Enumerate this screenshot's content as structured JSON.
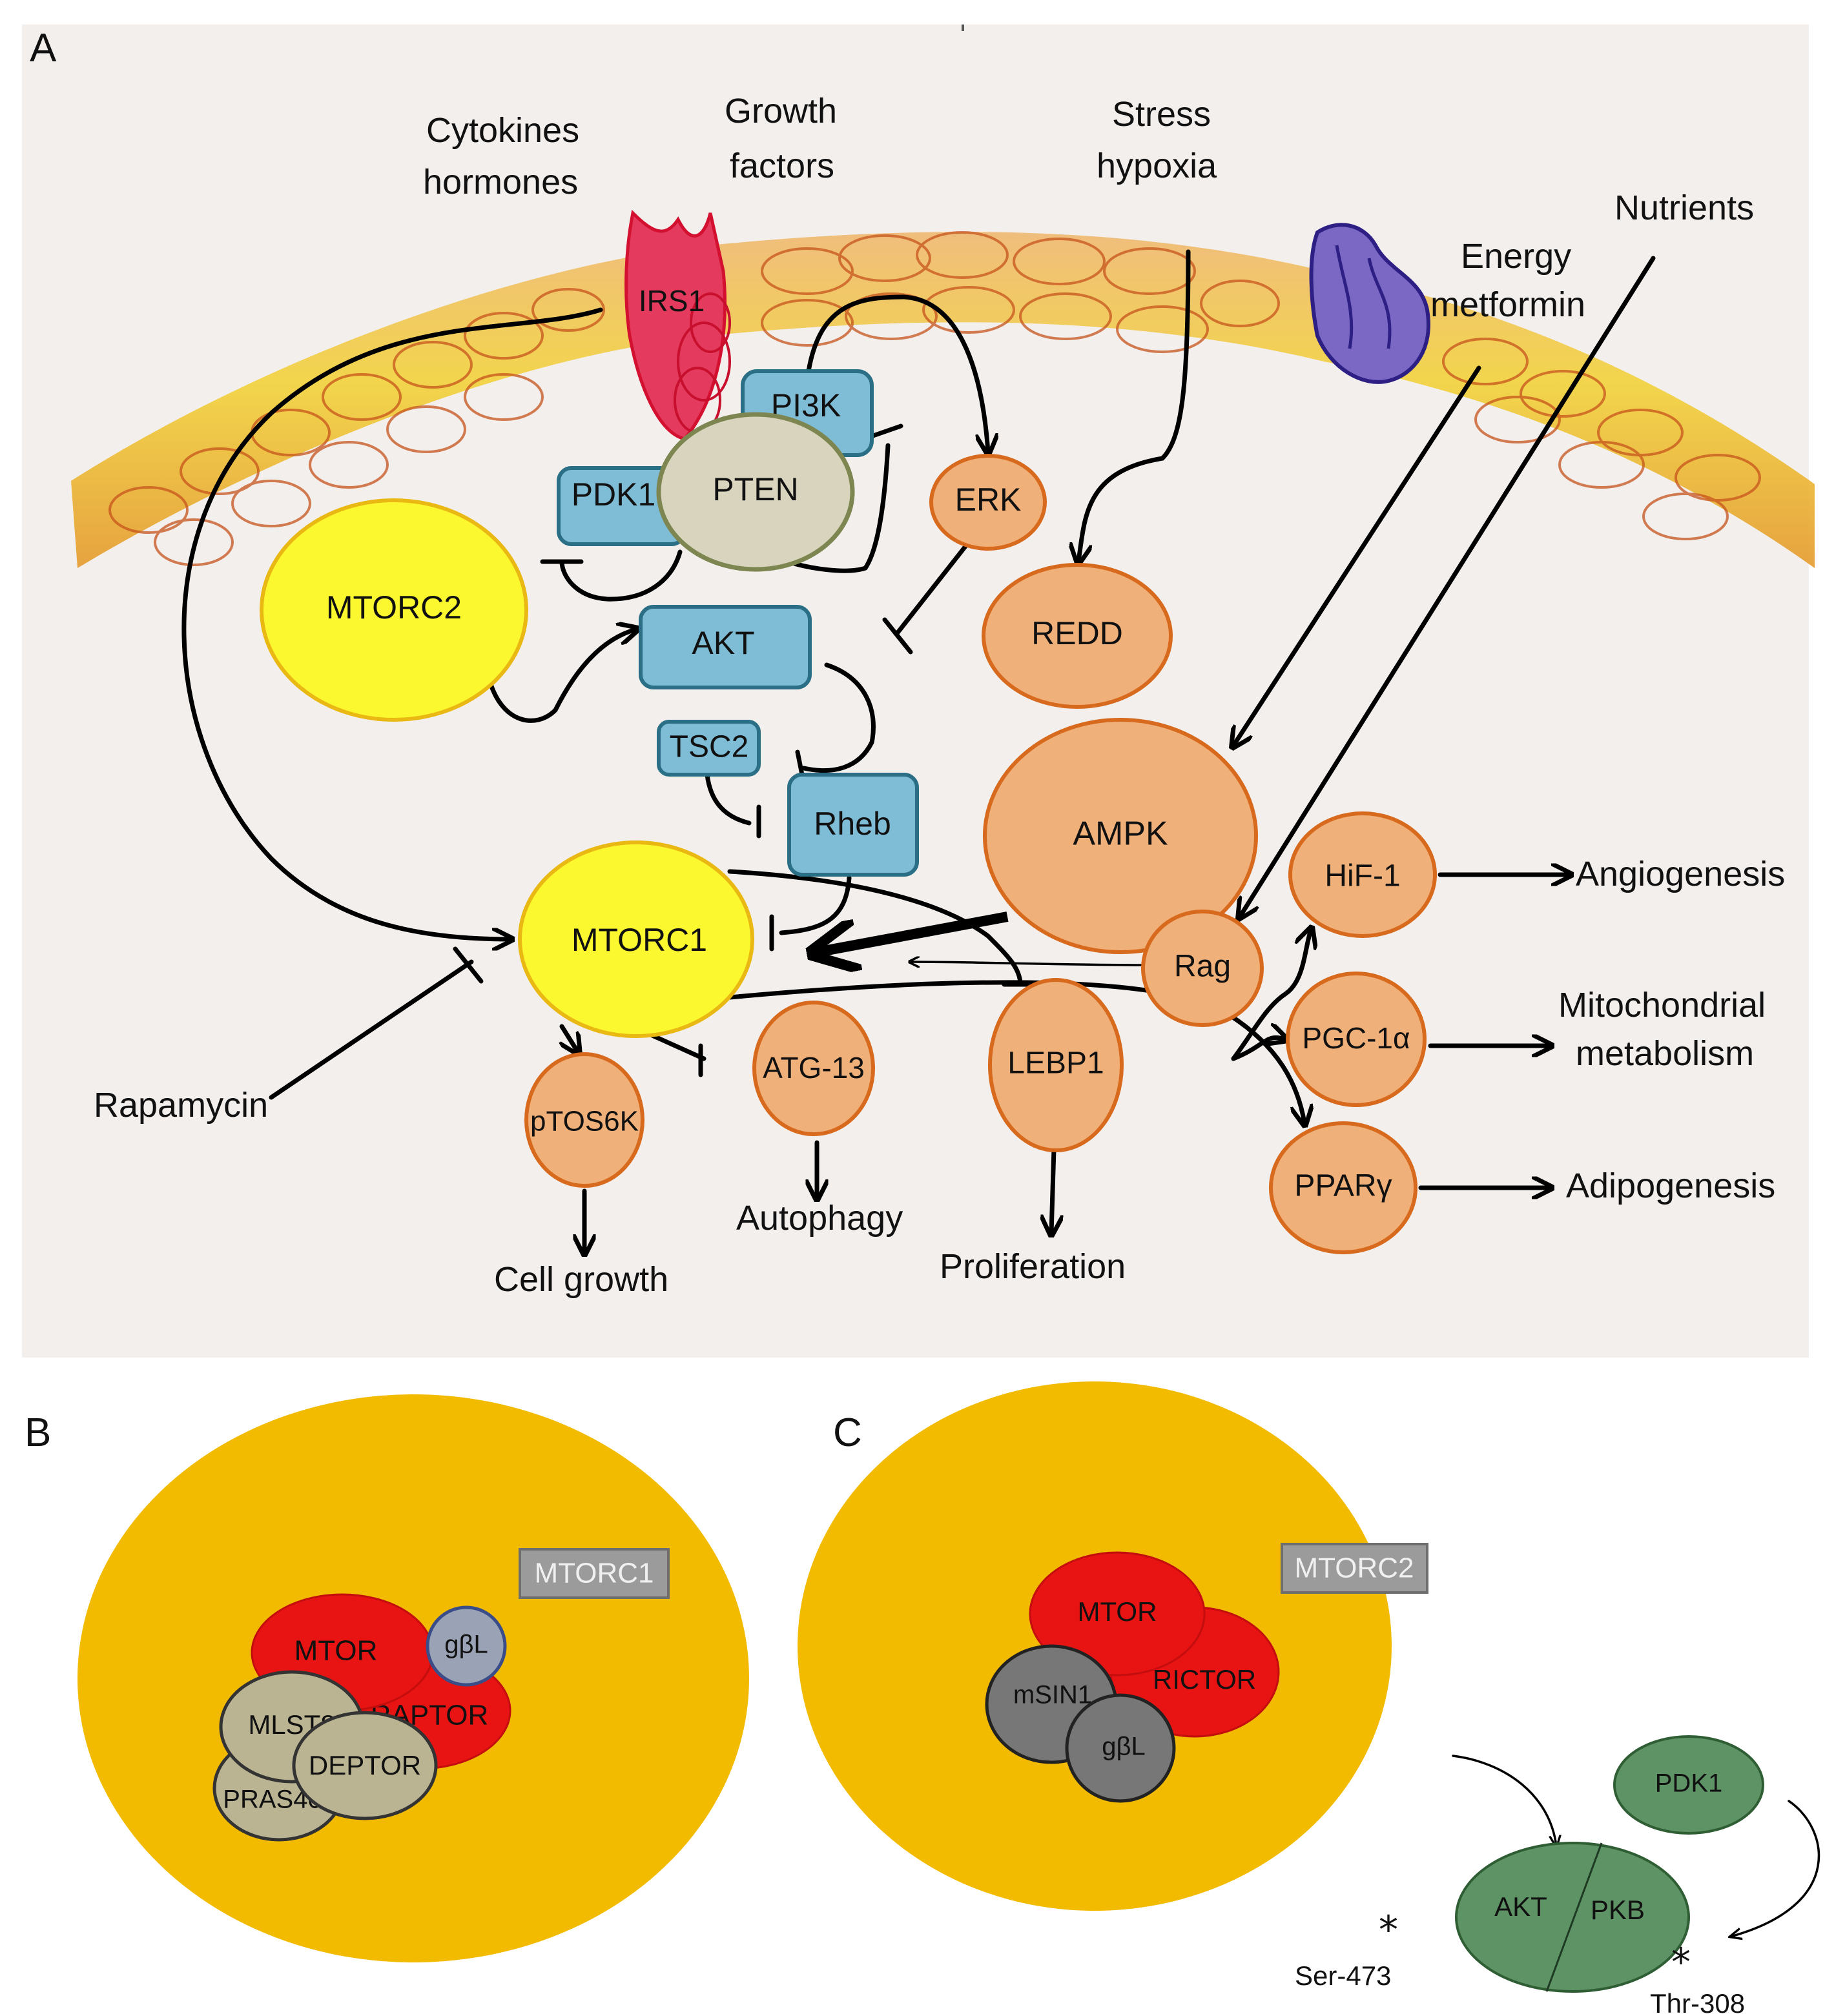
{
  "panels": {
    "a": {
      "letter": "A",
      "stimuli": {
        "cytokines_line1": "Cytokines",
        "cytokines_line2": "hormones",
        "growth_line1": "Growth",
        "growth_line2": "factors",
        "stress_line1": "Stress",
        "stress_line2": "hypoxia",
        "nutrients": "Nutrients",
        "energy_line1": "Energy",
        "energy_line2": "metformin",
        "rapamycin": "Rapamycin"
      },
      "nodes": {
        "irs1": "IRS1",
        "pi3k": "PI3K",
        "pdk1": "PDK1",
        "pten": "PTEN",
        "erk": "ERK",
        "redd": "REDD",
        "mtorc2": "MTORC2",
        "akt": "AKT",
        "tsc2": "TSC2",
        "rheb": "Rheb",
        "ampk": "AMPK",
        "mtorc1": "MTORC1",
        "hif1": "HiF-1",
        "rag": "Rag",
        "pgc1a": "PGC-1α",
        "ppary": "PPARγ",
        "ptos6k": "pTOS6K",
        "atg13": "ATG-13",
        "lebp1": "LEBP1"
      },
      "outcomes": {
        "angiogenesis": "Angiogenesis",
        "mito_line1": "Mitochondrial",
        "mito_line2": "metabolism",
        "adipogenesis": "Adipogenesis",
        "cell_growth": "Cell growth",
        "autophagy": "Autophagy",
        "proliferation": "Proliferation"
      },
      "colors": {
        "background": "#f2efed",
        "blue_node": "#7fbcd6",
        "orange_node": "#f0b07a",
        "yellow_node": "#fcf82f",
        "pten_node": "#d9d4bd",
        "membrane": "#e8a33a",
        "irs1_receptor": "#e33a5e",
        "energy_receptor": "#7a68c4"
      }
    },
    "b": {
      "letter": "B",
      "complex_label": "MTORC1",
      "components": {
        "mtor": "MTOR",
        "gbl": "gβL",
        "raptor": "RAPTOR",
        "mlst8": "MLST8",
        "deptor": "DEPTOR",
        "pras40": "PRAS40"
      }
    },
    "c": {
      "letter": "C",
      "complex_label": "MTORC2",
      "components": {
        "mtor": "MTOR",
        "rictor": "RICTOR",
        "msin1": "mSIN1",
        "gbl": "gβL"
      },
      "targets": {
        "pdk1": "PDK1",
        "akt": "AKT",
        "pkb": "PKB",
        "ser": "Ser-473",
        "thr": "Thr-308"
      },
      "colors": {
        "complex_bg": "#f2bb00",
        "red": "#e81313",
        "grey": "#777777",
        "green": "#5e9366",
        "label_box": "#9b9b9b"
      }
    }
  }
}
